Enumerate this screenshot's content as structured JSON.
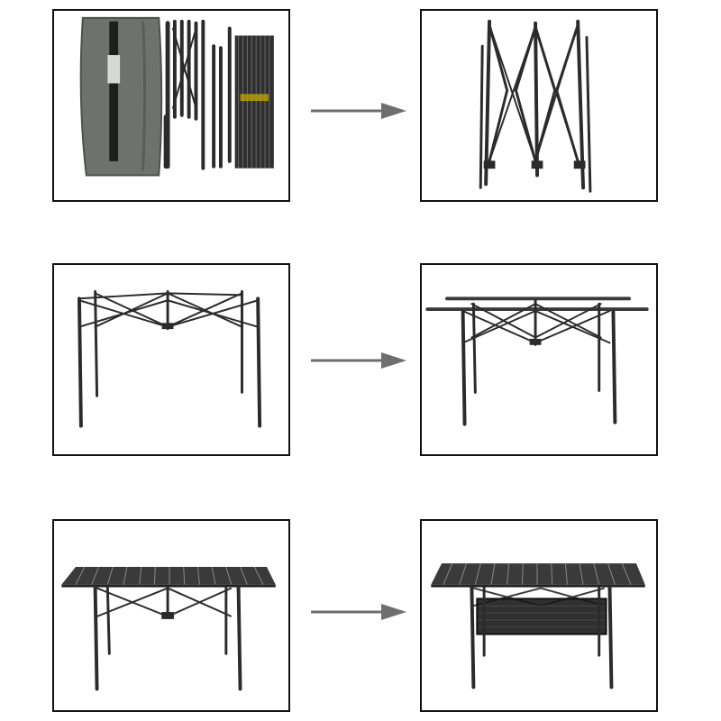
{
  "figure": {
    "colors": {
      "frame": "#2b2b2b",
      "frame_light": "#4a4a4a",
      "bag": "#6f716f",
      "bag_dark": "#4d4f4d",
      "tabletop": "#3a3a3a",
      "slat_line": "#8a8a8a",
      "net": "#1a1a1a",
      "arrow": "#6e6e6e",
      "panel_border": "#111111"
    },
    "steps": [
      {
        "name": "folded-kit",
        "icons": [
          "carry-bag",
          "folded-frame",
          "rolled-tabletop"
        ]
      },
      {
        "name": "unfolding-frame",
        "icons": [
          "scissor-frame"
        ]
      },
      {
        "name": "frame-with-legs",
        "icons": [
          "scissor-frame",
          "legs"
        ]
      },
      {
        "name": "frame-with-rails",
        "icons": [
          "scissor-frame",
          "legs",
          "top-rails"
        ]
      },
      {
        "name": "table-with-top",
        "icons": [
          "roll-up-tabletop",
          "legs"
        ]
      },
      {
        "name": "table-with-storage-net",
        "icons": [
          "roll-up-tabletop",
          "legs",
          "storage-net"
        ]
      }
    ]
  }
}
